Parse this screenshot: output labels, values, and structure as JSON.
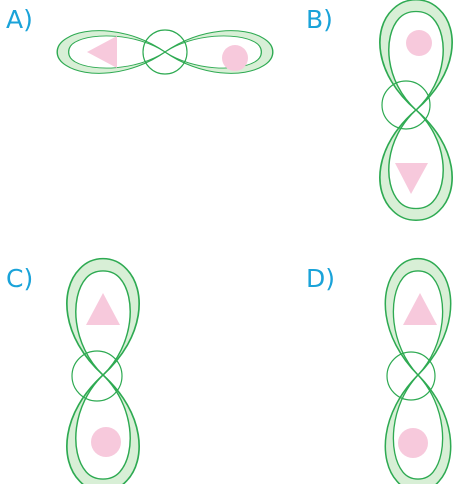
{
  "options": {
    "a": {
      "label": "A)"
    },
    "b": {
      "label": "B)"
    },
    "c": {
      "label": "C)"
    },
    "d": {
      "label": "D)"
    }
  },
  "colors": {
    "label": "#1aa3d9",
    "band_fill": "#d8efd6",
    "band_stroke": "#2eaa52",
    "shape_fill": "#f7c9dc"
  },
  "icons": [
    "figure-eight-band",
    "triangle",
    "circle"
  ]
}
